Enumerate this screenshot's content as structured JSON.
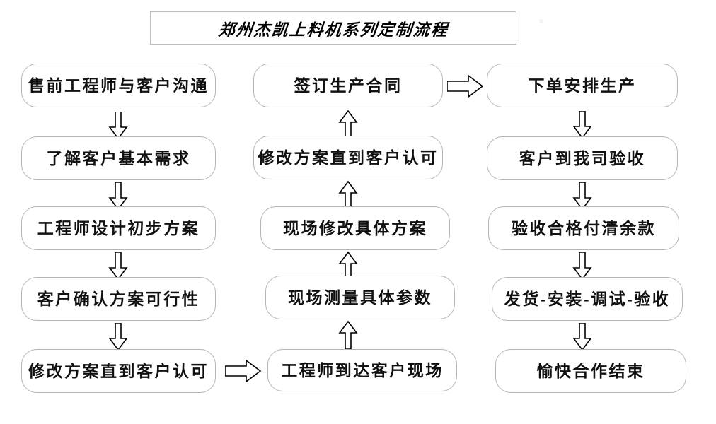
{
  "title": {
    "text": "郑州杰凯上料机系列定制流程"
  },
  "colors": {
    "background": "#ffffff",
    "node_border": "#b5b5b5",
    "title_border": "#bdbdbd",
    "text": "#111111",
    "arrow_stroke": "#000000",
    "arrow_fill": "#ffffff"
  },
  "columns": [
    {
      "name": "left-column",
      "flow_direction": "down",
      "nodes": [
        {
          "id": "l1",
          "label": "售前工程师与客户沟通"
        },
        {
          "id": "l2",
          "label": "了解客户基本需求"
        },
        {
          "id": "l3",
          "label": "工程师设计初步方案"
        },
        {
          "id": "l4",
          "label": "客户确认方案可行性"
        },
        {
          "id": "l5",
          "label": "修改方案直到客户认可"
        }
      ]
    },
    {
      "name": "middle-column",
      "flow_direction": "up",
      "nodes": [
        {
          "id": "m1",
          "label": "签订生产合同"
        },
        {
          "id": "m2",
          "label": "修改方案直到客户认可"
        },
        {
          "id": "m3",
          "label": "现场修改具体方案"
        },
        {
          "id": "m4",
          "label": "现场测量具体参数"
        },
        {
          "id": "m5",
          "label": "工程师到达客户现场"
        }
      ]
    },
    {
      "name": "right-column",
      "flow_direction": "down",
      "nodes": [
        {
          "id": "r1",
          "label": "下单安排生产"
        },
        {
          "id": "r2",
          "label": "客户到我司验收"
        },
        {
          "id": "r3",
          "label": "验收合格付清余款"
        },
        {
          "id": "r4",
          "label": "发货-安装-调试-验收"
        },
        {
          "id": "r5",
          "label": "愉快合作结束"
        }
      ]
    }
  ],
  "connectors": [
    {
      "id": "c-l1-l2",
      "from": "l1",
      "to": "l2",
      "direction": "down"
    },
    {
      "id": "c-l2-l3",
      "from": "l2",
      "to": "l3",
      "direction": "down"
    },
    {
      "id": "c-l3-l4",
      "from": "l3",
      "to": "l4",
      "direction": "down"
    },
    {
      "id": "c-l4-l5",
      "from": "l4",
      "to": "l5",
      "direction": "down"
    },
    {
      "id": "c-l5-m5",
      "from": "l5",
      "to": "m5",
      "direction": "right"
    },
    {
      "id": "c-m5-m4",
      "from": "m5",
      "to": "m4",
      "direction": "up"
    },
    {
      "id": "c-m4-m3",
      "from": "m4",
      "to": "m3",
      "direction": "up"
    },
    {
      "id": "c-m3-m2",
      "from": "m3",
      "to": "m2",
      "direction": "up"
    },
    {
      "id": "c-m2-m1",
      "from": "m2",
      "to": "m1",
      "direction": "up"
    },
    {
      "id": "c-m1-r1",
      "from": "m1",
      "to": "r1",
      "direction": "right"
    },
    {
      "id": "c-r1-r2",
      "from": "r1",
      "to": "r2",
      "direction": "down"
    },
    {
      "id": "c-r2-r3",
      "from": "r2",
      "to": "r3",
      "direction": "down"
    },
    {
      "id": "c-r3-r4",
      "from": "r3",
      "to": "r4",
      "direction": "down"
    },
    {
      "id": "c-r4-r5",
      "from": "r4",
      "to": "r5",
      "direction": "down"
    }
  ]
}
